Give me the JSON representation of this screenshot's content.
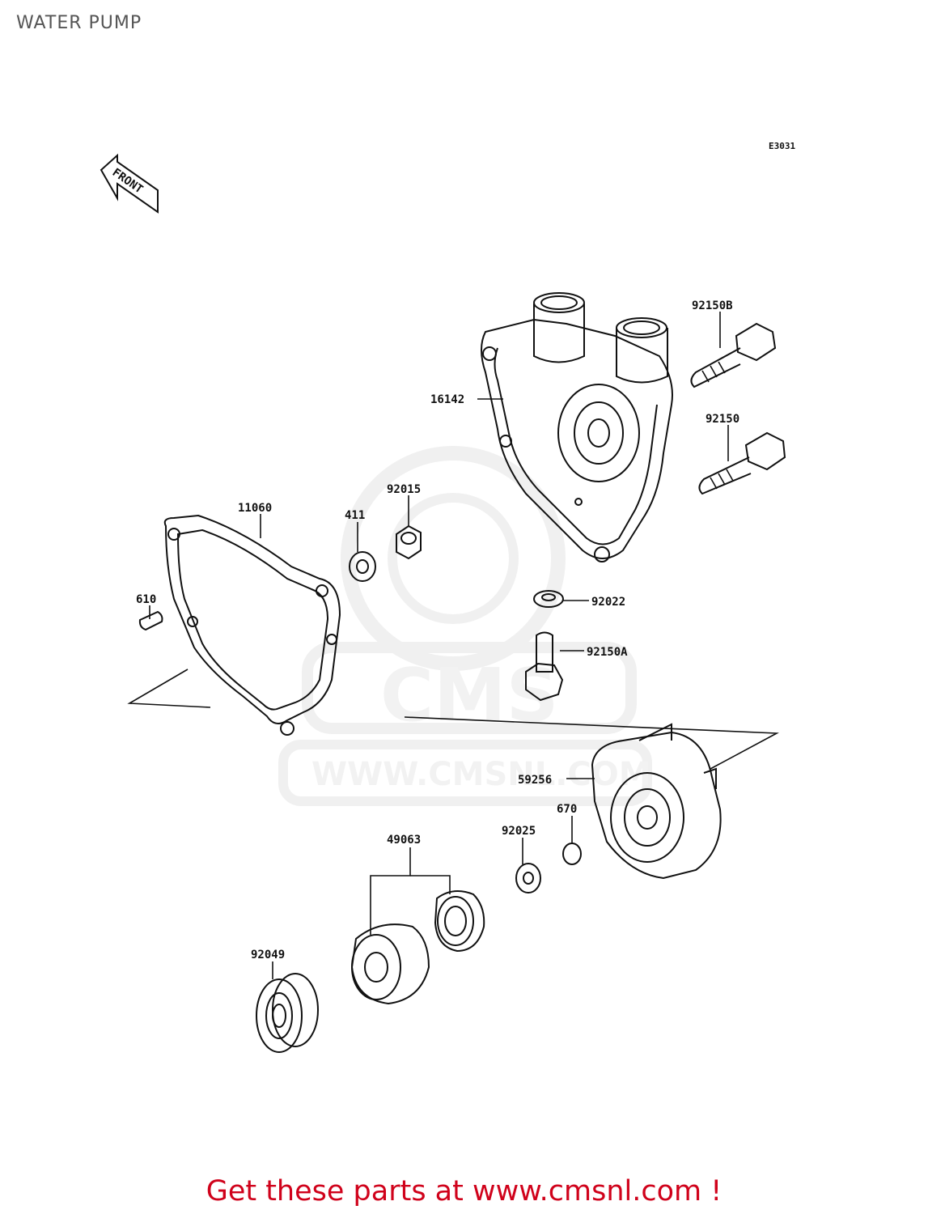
{
  "title": "WATER PUMP",
  "diagram_code": "E3031",
  "front_label": "FRONT",
  "watermark": {
    "brand": "CMS",
    "url": "WWW.CMSNL.COM"
  },
  "footer": "Get these parts at www.cmsnl.com !",
  "parts": [
    {
      "id": "92150B",
      "label": "92150B"
    },
    {
      "id": "16142",
      "label": "16142"
    },
    {
      "id": "92150",
      "label": "92150"
    },
    {
      "id": "11060",
      "label": "11060"
    },
    {
      "id": "411",
      "label": "411"
    },
    {
      "id": "92015",
      "label": "92015"
    },
    {
      "id": "610",
      "label": "610"
    },
    {
      "id": "92022",
      "label": "92022"
    },
    {
      "id": "92150A",
      "label": "92150A"
    },
    {
      "id": "59256",
      "label": "59256"
    },
    {
      "id": "670",
      "label": "670"
    },
    {
      "id": "92025",
      "label": "92025"
    },
    {
      "id": "49063",
      "label": "49063"
    },
    {
      "id": "92049",
      "label": "92049"
    }
  ]
}
